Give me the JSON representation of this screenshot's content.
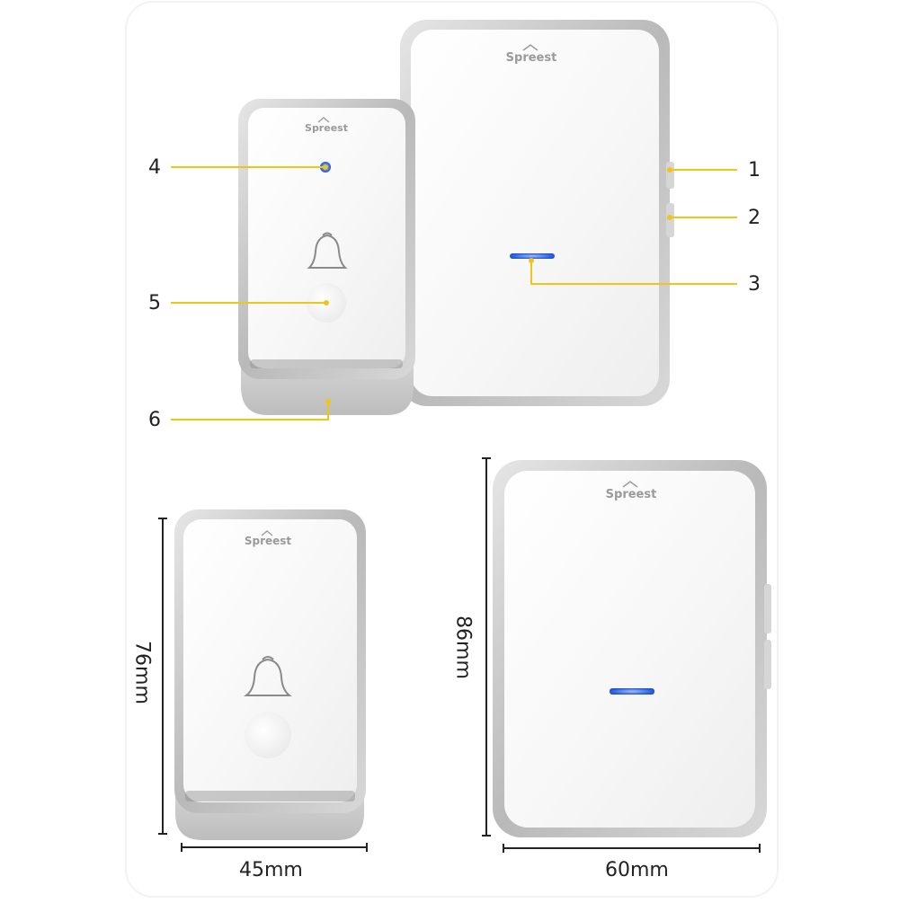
{
  "brand": "Spreest",
  "callouts": [
    "1",
    "2",
    "3",
    "4",
    "5",
    "6"
  ],
  "dimensions": {
    "transmitter_height": "76mm",
    "transmitter_width": "45mm",
    "receiver_height": "86mm",
    "receiver_width": "60mm"
  },
  "colors": {
    "callout_line": "#f0c419",
    "led": "#2255d6",
    "shell_frame": "#c9c9c9",
    "panel": "#ffffff"
  },
  "icons": [
    "bell-icon",
    "house-logo-icon"
  ]
}
